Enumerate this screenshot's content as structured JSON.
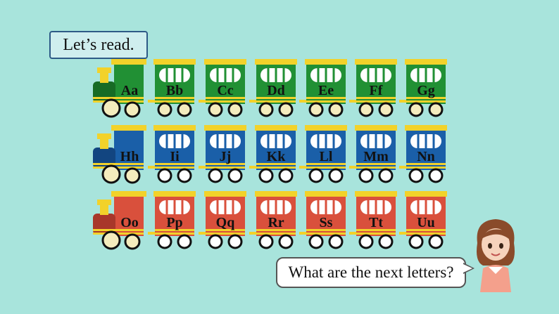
{
  "instruction": "Let’s read.",
  "prompt": "What are the next letters?",
  "colors": {
    "background": "#a8e4dc",
    "green_train": "#219034",
    "blue_train": "#1a5fa8",
    "red_train": "#d9503c",
    "roof_yellow": "#f2d22a"
  },
  "trains": [
    {
      "color": "green",
      "engine": "Aa",
      "cars": [
        "Bb",
        "Cc",
        "Dd",
        "Ee",
        "Ff",
        "Gg"
      ]
    },
    {
      "color": "blue",
      "engine": "Hh",
      "cars": [
        "Ii",
        "Jj",
        "Kk",
        "Ll",
        "Mm",
        "Nn"
      ]
    },
    {
      "color": "red",
      "engine": "Oo",
      "cars": [
        "Pp",
        "Qq",
        "Rr",
        "Ss",
        "Tt",
        "Uu"
      ]
    }
  ]
}
